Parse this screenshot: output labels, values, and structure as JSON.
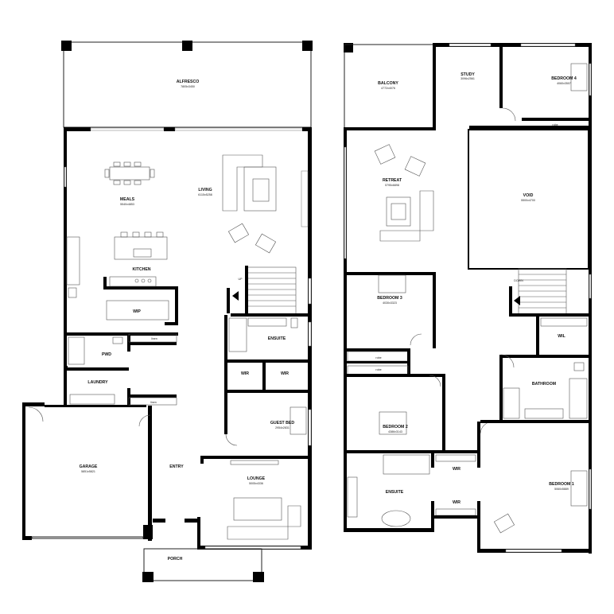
{
  "ground_floor": {
    "rooms": {
      "alfresco": {
        "name": "ALFRESCO",
        "dim": "7805x3450"
      },
      "meals": {
        "name": "MEALS",
        "dim": "5540x4853"
      },
      "living": {
        "name": "LIVING",
        "dim": "6115x5258"
      },
      "kitchen": {
        "name": "KITCHEN"
      },
      "wip": {
        "name": "WIP"
      },
      "pwd": {
        "name": "PWD"
      },
      "laundry": {
        "name": "LAUNDRY"
      },
      "ensuite": {
        "name": "ENSUITE"
      },
      "wir_left": {
        "name": "WIR"
      },
      "wir_right": {
        "name": "WIR"
      },
      "guest_bed": {
        "name": "GUEST BED",
        "dim": "2954x2831"
      },
      "garage": {
        "name": "GARAGE",
        "dim": "5851x5821"
      },
      "entry": {
        "name": "ENTRY"
      },
      "lounge": {
        "name": "LOUNGE",
        "dim": "5005x4336"
      },
      "porch": {
        "name": "PORCH"
      }
    },
    "labels": {
      "linen_1": "linen",
      "linen_2": "linen",
      "up": "UP"
    }
  },
  "first_floor": {
    "rooms": {
      "balcony": {
        "name": "BALCONY",
        "dim": "4772x4076"
      },
      "study": {
        "name": "STUDY",
        "dim": "3096x2561"
      },
      "bedroom4": {
        "name": "BEDROOM 4",
        "dim": "4060x3507"
      },
      "retreat": {
        "name": "RETREAT",
        "dim": "5795x6898"
      },
      "void": {
        "name": "VOID",
        "dim": "5500x4700"
      },
      "bedroom3": {
        "name": "BEDROOM 3",
        "dim": "4030x3323"
      },
      "wil": {
        "name": "WIL"
      },
      "bathroom": {
        "name": "BATHROOM"
      },
      "bedroom2": {
        "name": "BEDROOM 2",
        "dim": "4386x3143"
      },
      "ensuite": {
        "name": "ENSUITE"
      },
      "wir_top": {
        "name": "WIR"
      },
      "wir_bottom": {
        "name": "WIR"
      },
      "bedroom1": {
        "name": "BEDROOM 1",
        "dim": "5060x5889"
      }
    },
    "labels": {
      "robe_b4": "robe",
      "robe_b3": "robe",
      "robe_b2": "robe",
      "down": "DOWN"
    }
  }
}
